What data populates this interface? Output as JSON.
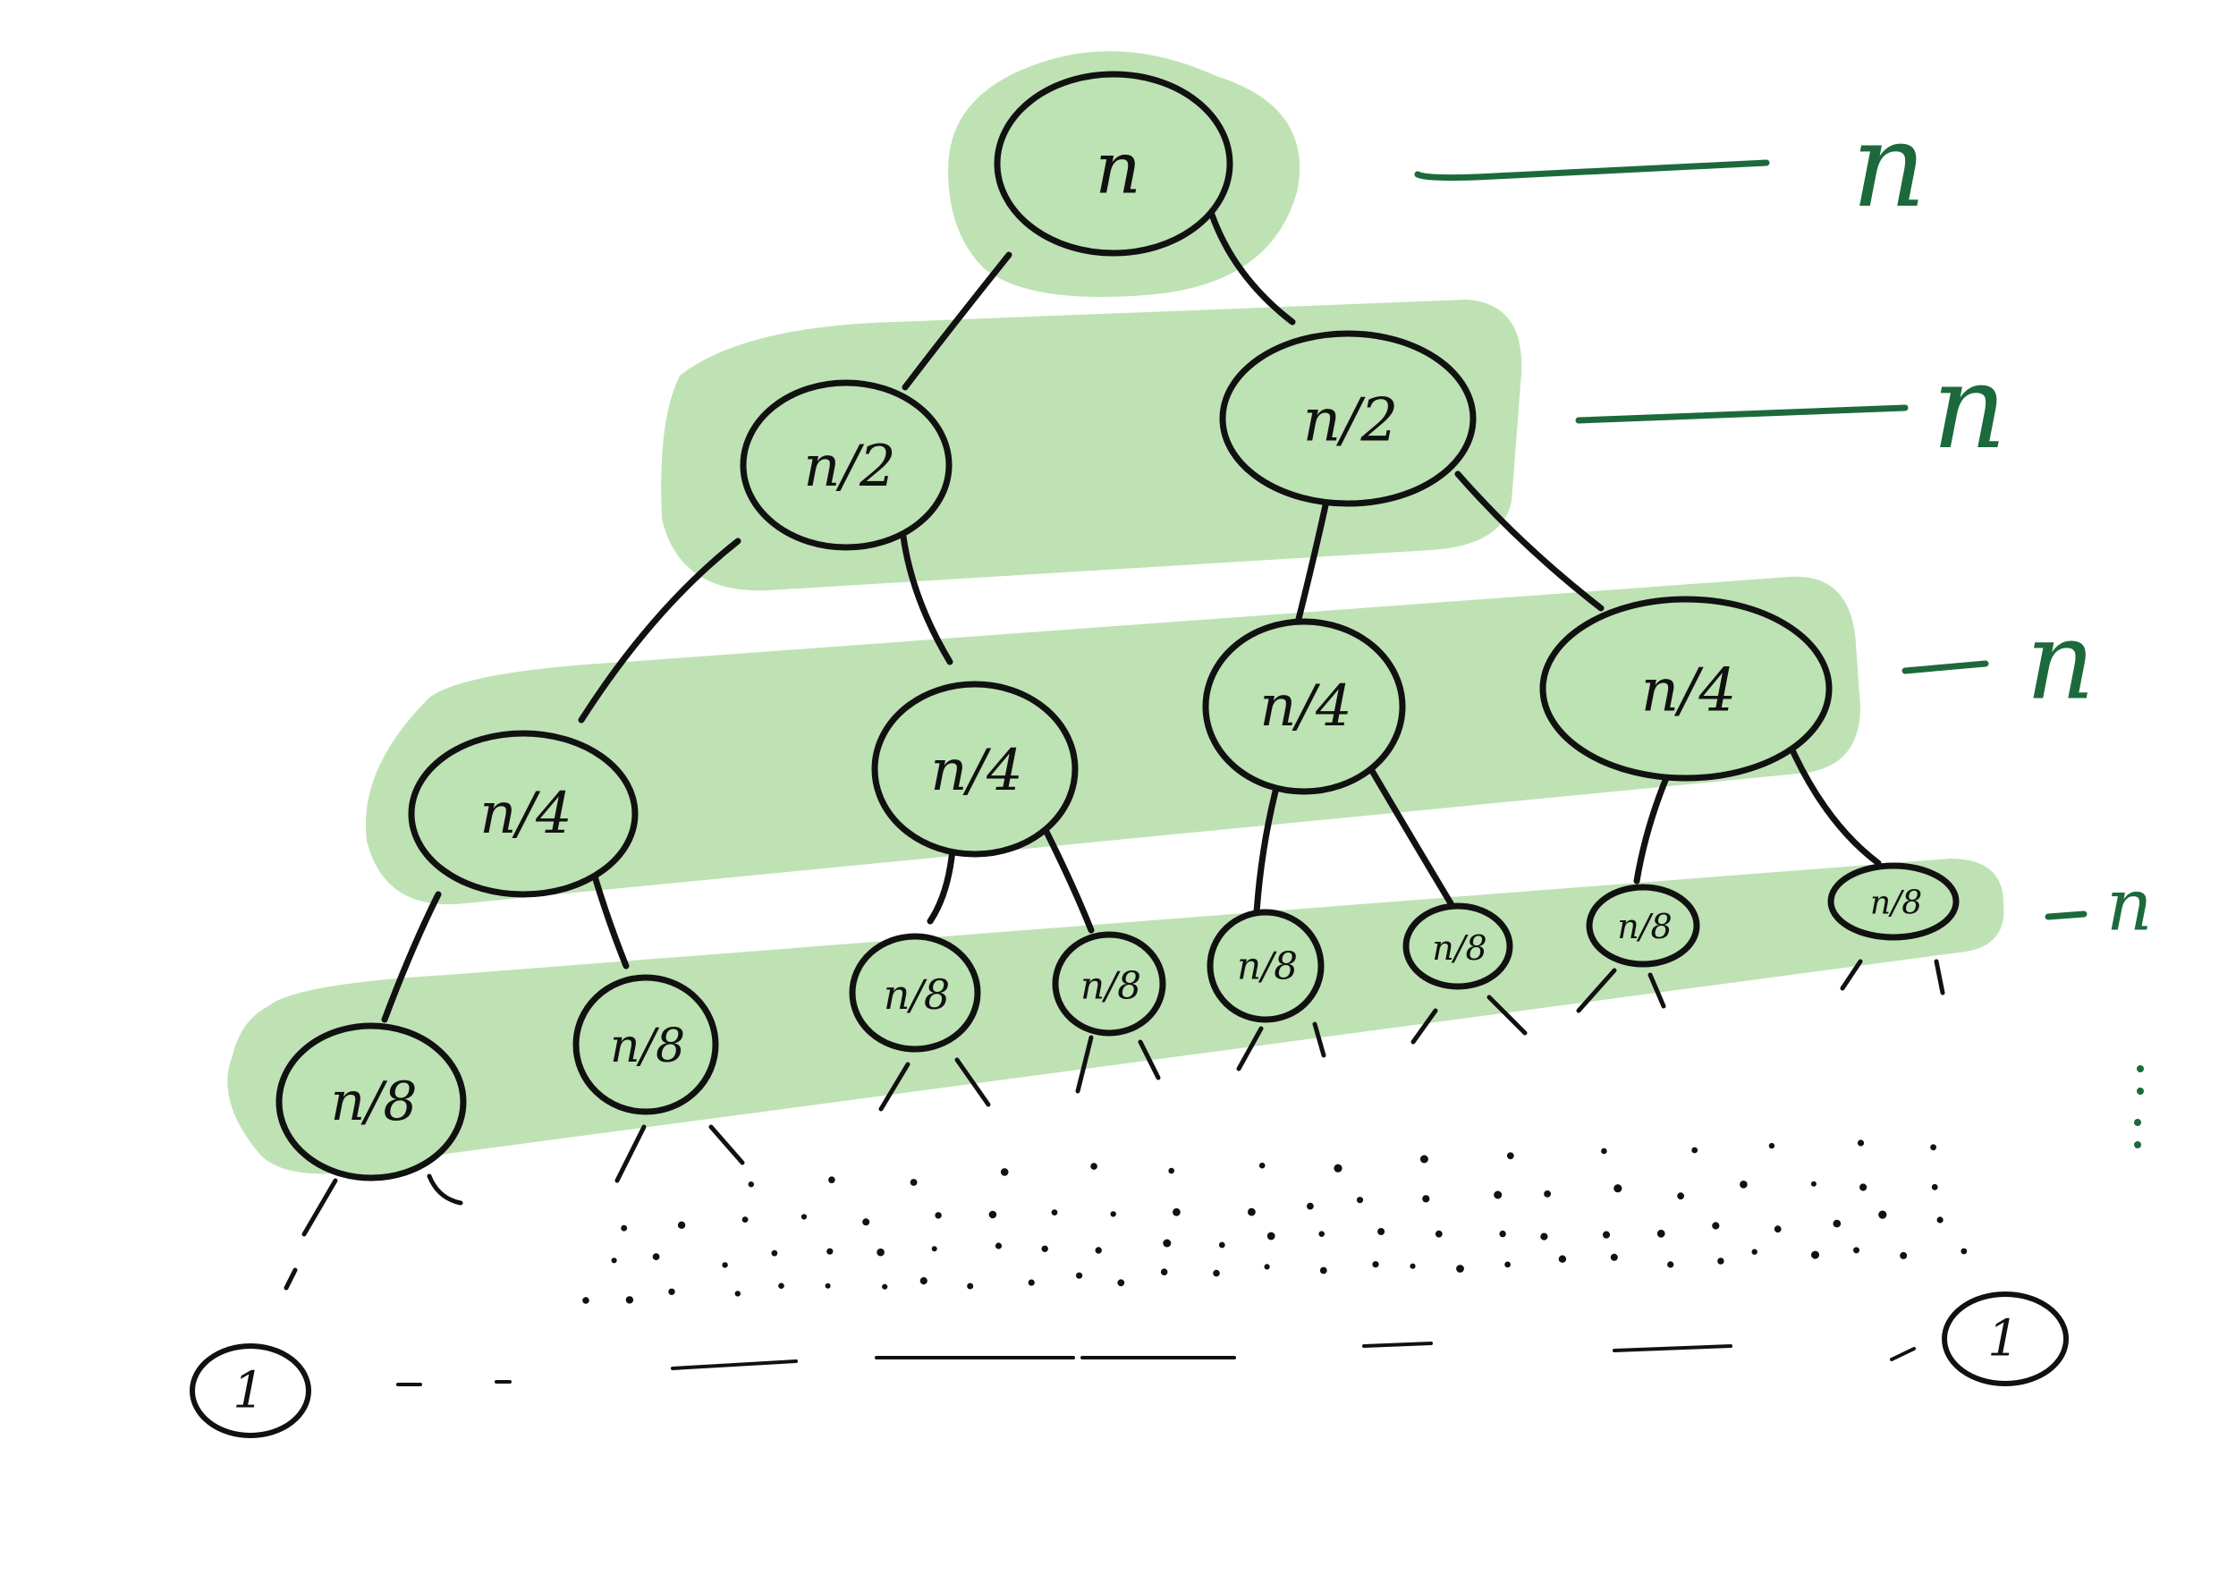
{
  "tree": {
    "root": {
      "label": "n"
    },
    "level1": [
      {
        "label": "n/2"
      },
      {
        "label": "n/2"
      }
    ],
    "level2": [
      {
        "label": "n/4"
      },
      {
        "label": "n/4"
      },
      {
        "label": "n/4"
      },
      {
        "label": "n/4"
      }
    ],
    "level3": [
      {
        "label": "n/8"
      },
      {
        "label": "n/8"
      },
      {
        "label": "n/8"
      },
      {
        "label": "n/8"
      },
      {
        "label": "n/8"
      },
      {
        "label": "n/8"
      },
      {
        "label": "n/8"
      },
      {
        "label": "n/8"
      }
    ],
    "leaves": [
      {
        "label": "1"
      },
      {
        "label": "1"
      }
    ]
  },
  "level_costs": [
    {
      "label": "n"
    },
    {
      "label": "n"
    },
    {
      "label": "n"
    },
    {
      "label": "n"
    }
  ],
  "colors": {
    "highlight": "#bfe2b4",
    "annotation": "#1c6a3c",
    "ink": "#111111"
  }
}
